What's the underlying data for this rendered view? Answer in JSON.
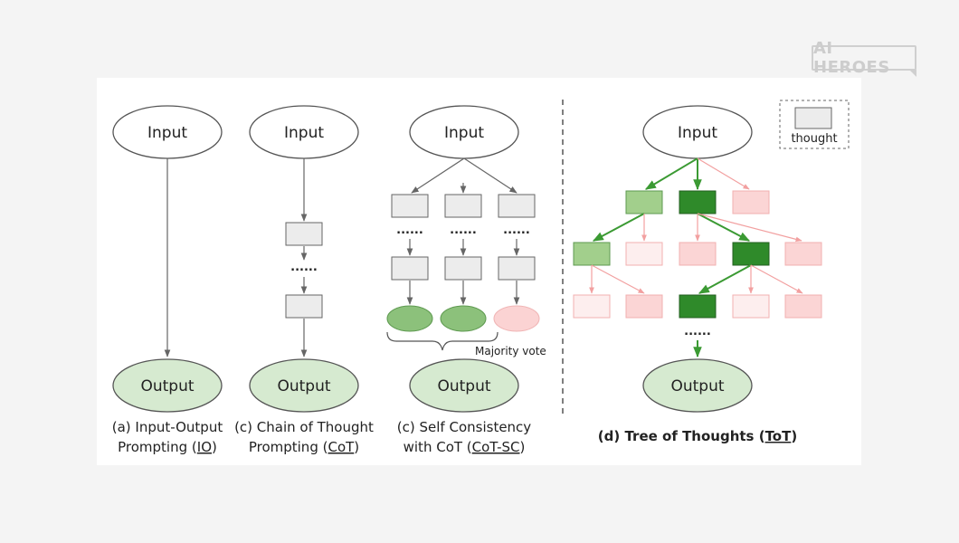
{
  "watermark": "AI HEROES",
  "nodes": {
    "input": "Input",
    "output": "Output"
  },
  "legend": {
    "label": "thought"
  },
  "dots": "......",
  "majority_vote": "Majority vote",
  "captions": {
    "io": {
      "line1": "(a) Input-Output",
      "line2_prefix": "Prompting (",
      "line2_link": "IO",
      "line2_suffix": ")"
    },
    "cot": {
      "line1": "(c) Chain of Thought",
      "line2_prefix": "Prompting (",
      "line2_link": "CoT",
      "line2_suffix": ")"
    },
    "cotsc": {
      "line1": "(c) Self Consistency",
      "line2_prefix": "with CoT (",
      "line2_link": "CoT-SC",
      "line2_suffix": ")"
    },
    "tot": {
      "prefix": "(d) Tree of Thoughts (",
      "link": "ToT",
      "suffix": ")"
    }
  },
  "colors": {
    "ellipse_input_fill": "#ffffff",
    "ellipse_output_fill": "#d6ead0",
    "thought_gray": "#ececec",
    "arrow_gray": "#666666",
    "tot_dark_green": "#2f8a2a",
    "tot_light_green": "#a2cf8c",
    "tot_pink": "#fbd5d5",
    "tot_pale_pink": "#fdeeee",
    "vote_green": "#8cc17b",
    "vote_pink": "#fbd3d3",
    "divider": "#555555"
  }
}
